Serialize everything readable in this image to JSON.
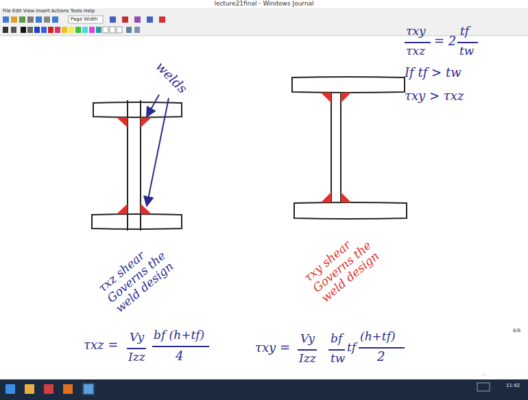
{
  "diagram": {
    "labels": [
      "lecture21final - Windows Journal",
      "File Edit View Insert Actions Tools Help",
      "Page Width",
      "welds",
      "τxz shear Governs the weld design",
      "τxz =",
      "Vy",
      "Izz",
      "bf (h+tf)",
      "4",
      "τxy shear Governs the weld design",
      "τxy =",
      "Vy",
      "Izz",
      "bf",
      "tw",
      "tf",
      "(h+tf)",
      "2",
      "τxy",
      "τxz",
      "= 2",
      "tf",
      "tw",
      "If tf > tw",
      "τxy > τxz",
      "6/6",
      "6",
      "11:42"
    ]
  }
}
